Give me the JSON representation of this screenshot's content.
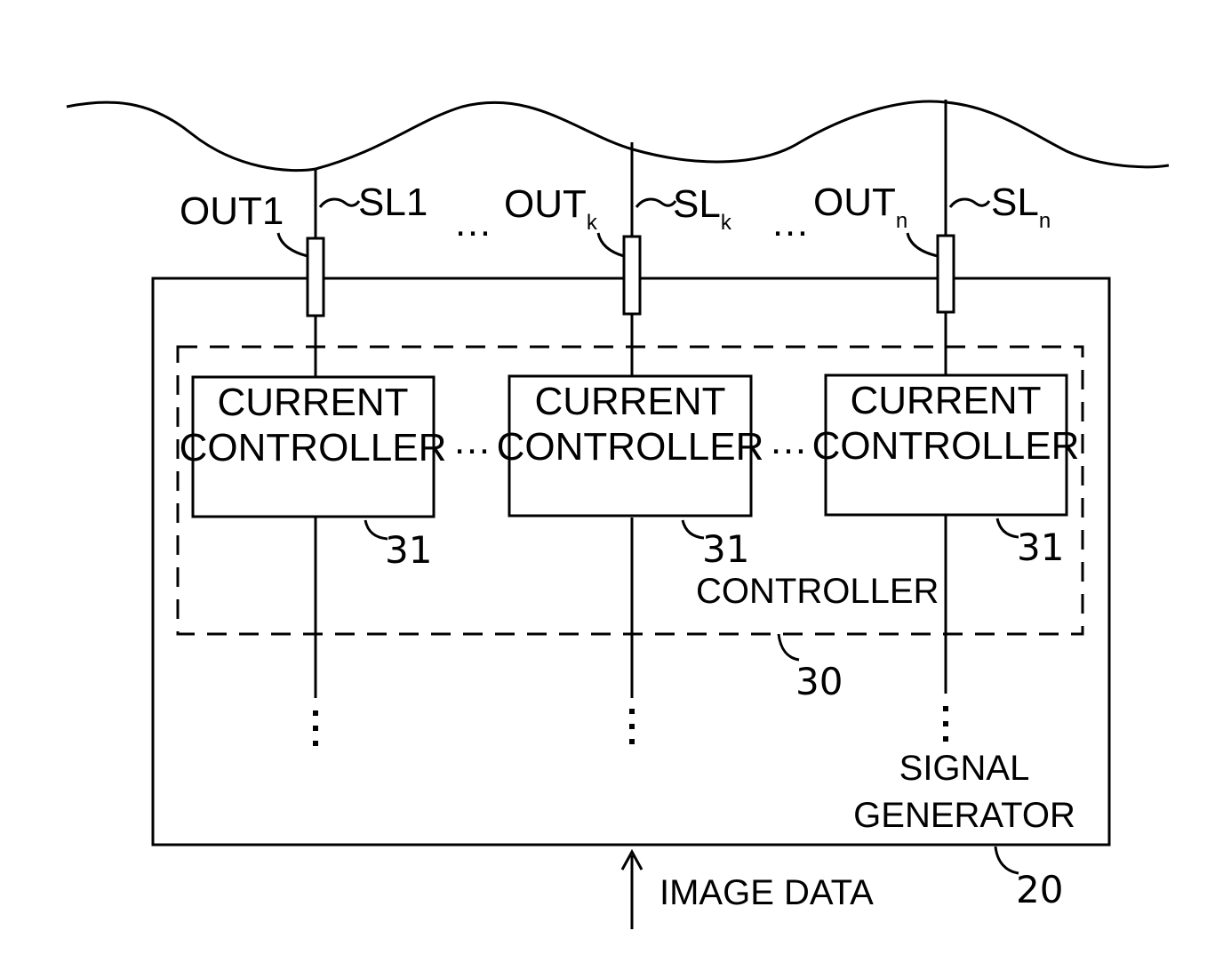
{
  "outputs": [
    {
      "out": "OUT",
      "out_index": "1",
      "line": "SL",
      "line_index": "1"
    },
    {
      "out": "OUT",
      "out_index": "k",
      "line": "SL",
      "line_index": "k"
    },
    {
      "out": "OUT",
      "out_index": "n",
      "line": "SL",
      "line_index": "n"
    }
  ],
  "current_controllers": [
    {
      "line1": "CURRENT",
      "line2": "CONTROLLER",
      "ref": "31"
    },
    {
      "line1": "CURRENT",
      "line2": "CONTROLLER",
      "ref": "31"
    },
    {
      "line1": "CURRENT",
      "line2": "CONTROLLER",
      "ref": "31"
    }
  ],
  "ellipsis": "…",
  "controller": {
    "label": "CONTROLLER",
    "ref": "30"
  },
  "signal_generator": {
    "line1": "SIGNAL",
    "line2": "GENERATOR",
    "ref": "20"
  },
  "input": {
    "label": "IMAGE DATA"
  }
}
